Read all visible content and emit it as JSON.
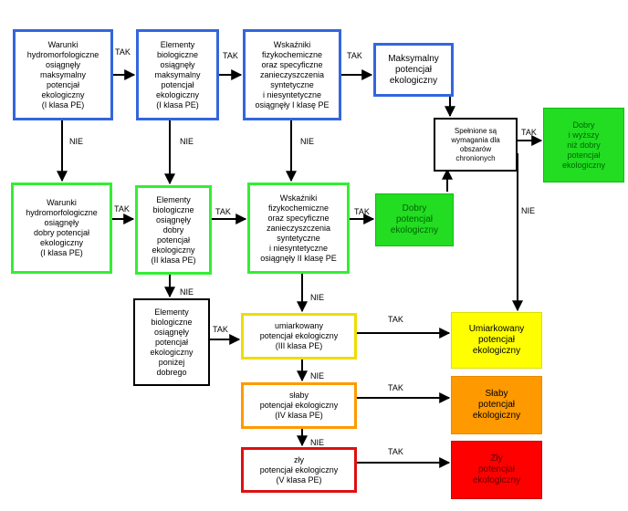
{
  "labels": {
    "tak": "TAK",
    "nie": "NIE"
  },
  "boxes": {
    "r1c1": "Warunki\nhydromorfologiczne\nosiągnęły\nmaksymalny\npotencjał\nekologiczny\n(I klasa PE)",
    "r1c2": "Elementy\nbiologiczne\nosiągnęły\nmaksymalny\npotencjał\nekologiczny\n(I klasa PE)",
    "r1c3": "Wskaźniki\nfizykochemiczne\noraz specyficzne\nzanieczyszczenia\nsyntetyczne\ni niesyntetyczne\nosiągnęły I klasę PE",
    "r1c4": "Maksymalny\npotencjał\nekologiczny",
    "prot": "Spełnione są\nwymagania dla\nobszarów\nchronionych",
    "dobry_wyzszy": "Dobry\ni wyższy\nniż dobry\npotencjał\nekologiczny",
    "r2c1": "Warunki\nhydromorfologiczne\nosiągnęły\ndobry potencjał\nekologiczny\n(I klasa PE)",
    "r2c2": "Elementy\nbiologiczne\nosiągnęły\ndobry\npotencjał\nekologiczny\n(II klasa PE)",
    "r2c3": "Wskaźniki\nfizykochemiczne\noraz specyficzne\nzanieczyszczenia\nsyntetyczne\ni niesyntetyczne\nosiągnęły II klasę PE",
    "dobry": "Dobry\npotencjał\nekologiczny",
    "r3c2": "Elementy\nbiologiczne\nosiągnęły\npotencjał\nekologiczny\nponiżej\ndobrego",
    "umiark_q": "umiarkowany\npotencjał ekologiczny\n(III klasa PE)",
    "umiark_r": "Umiarkowany\npotencjał\nekologiczny",
    "slaby_q": "słaby\npotencjał ekologiczny\n(IV klasa PE)",
    "slaby_r": "Słaby\npotencjał\nekologiczny",
    "zly_q": "zły\npotencjał ekologiczny\n(V klasa PE)",
    "zly_r": "Zły\npotencjał\nekologiczny"
  }
}
